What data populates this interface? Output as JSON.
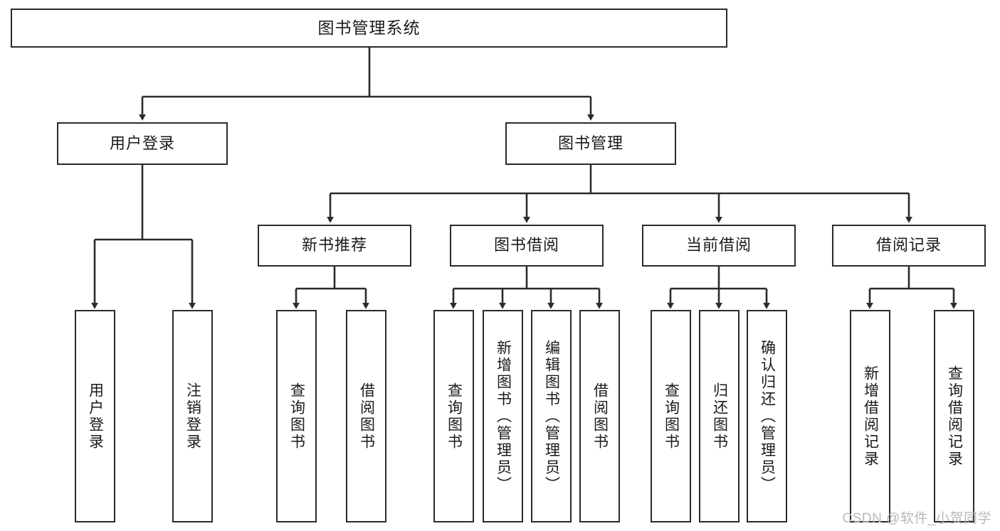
{
  "diagram": {
    "title": "图书管理系统",
    "type": "hierarchy-tree",
    "colors": {
      "stroke": "#2b2b2b",
      "fill": "#ffffff",
      "text": "#1a1a1a",
      "watermark": "#b9b9b9"
    },
    "nodes": {
      "root": {
        "label": "图书管理系统",
        "level": 1,
        "orientation": "horizontal"
      },
      "l2": [
        {
          "id": "user-login",
          "label": "用户登录",
          "level": 2,
          "orientation": "horizontal"
        },
        {
          "id": "book-manage",
          "label": "图书管理",
          "level": 2,
          "orientation": "horizontal"
        }
      ],
      "l3": [
        {
          "id": "new-book-rec",
          "label": "新书推荐",
          "level": 3,
          "orientation": "horizontal"
        },
        {
          "id": "book-borrow",
          "label": "图书借阅",
          "level": 3,
          "orientation": "horizontal"
        },
        {
          "id": "current-borrow",
          "label": "当前借阅",
          "level": 3,
          "orientation": "horizontal"
        },
        {
          "id": "borrow-record",
          "label": "借阅记录",
          "level": 3,
          "orientation": "horizontal"
        }
      ],
      "leaves": [
        {
          "id": "leaf-user-login",
          "label": "用户登录",
          "parent": "user-login",
          "orientation": "vertical"
        },
        {
          "id": "leaf-user-logout",
          "label": "注销登录",
          "parent": "user-login",
          "orientation": "vertical"
        },
        {
          "id": "leaf-query-book-1",
          "label": "查询图书",
          "parent": "new-book-rec",
          "orientation": "vertical"
        },
        {
          "id": "leaf-borrow-book-1",
          "label": "借阅图书",
          "parent": "new-book-rec",
          "orientation": "vertical"
        },
        {
          "id": "leaf-query-book-2",
          "label": "查询图书",
          "parent": "book-borrow",
          "orientation": "vertical"
        },
        {
          "id": "leaf-add-book",
          "label": "新增图书（管理员）",
          "parent": "book-borrow",
          "orientation": "vertical"
        },
        {
          "id": "leaf-edit-book",
          "label": "编辑图书（管理员）",
          "parent": "book-borrow",
          "orientation": "vertical"
        },
        {
          "id": "leaf-borrow-book-2",
          "label": "借阅图书",
          "parent": "book-borrow",
          "orientation": "vertical"
        },
        {
          "id": "leaf-query-book-3",
          "label": "查询图书",
          "parent": "current-borrow",
          "orientation": "vertical"
        },
        {
          "id": "leaf-return-book",
          "label": "归还图书",
          "parent": "current-borrow",
          "orientation": "vertical"
        },
        {
          "id": "leaf-confirm-return",
          "label": "确认归还（管理员）",
          "parent": "current-borrow",
          "orientation": "vertical"
        },
        {
          "id": "leaf-add-record",
          "label": "新增借阅记录",
          "parent": "borrow-record",
          "orientation": "vertical"
        },
        {
          "id": "leaf-query-record",
          "label": "查询借阅记录",
          "parent": "borrow-record",
          "orientation": "vertical"
        }
      ]
    },
    "watermark": "CSDN @软件_小贺同学"
  }
}
